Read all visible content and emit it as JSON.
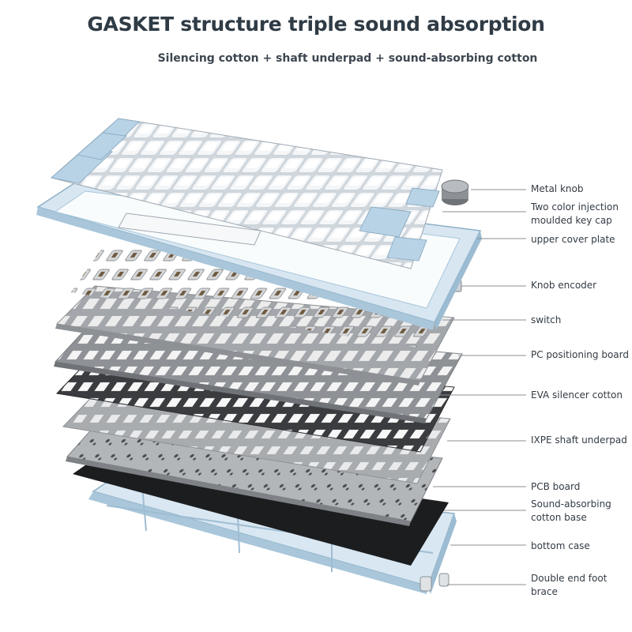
{
  "header": {
    "title": "GASKET structure triple sound absorption",
    "subtitle": "Silencing cotton + shaft underpad + sound-absorbing cotton"
  },
  "layers": [
    {
      "label": "Metal knob"
    },
    {
      "label": "Two color injection moulded key cap"
    },
    {
      "label": "upper cover plate"
    },
    {
      "label": "Knob encoder"
    },
    {
      "label": "switch"
    },
    {
      "label": "PC positioning board"
    },
    {
      "label": "EVA silencer cotton"
    },
    {
      "label": "IXPE shaft underpad"
    },
    {
      "label": "PCB board"
    },
    {
      "label": "Sound-absorbing cotton base"
    },
    {
      "label": "bottom case"
    },
    {
      "label": "Double end foot brace"
    }
  ],
  "colors": {
    "keycap_white": "#f3f5f7",
    "keycap_blue": "#b9d3e6",
    "cover_plate": "#d7e6f1",
    "plate_grey": "#9a9da1",
    "eva_dark": "#3a3c3f",
    "pcb_grey": "#a7aaad",
    "cotton_black": "#1c1d1f",
    "case_blue": "#bcd5e6"
  }
}
